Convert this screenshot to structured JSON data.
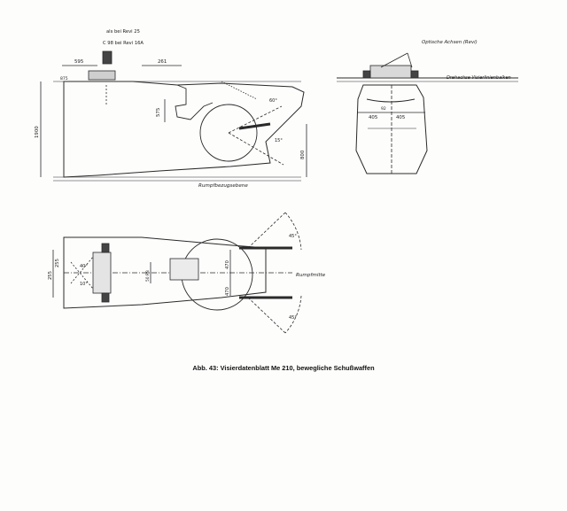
{
  "caption": "Abb. 43: Visierdatenblatt Me 210, bewegliche Schußwaffen",
  "side_view": {
    "callout_1": "als bei Revi 25",
    "callout_2": "C 98 bei Revi 16A",
    "dim_top_left": "595",
    "dim_top_mid": "261",
    "dim_small": "875",
    "dim_vertical_mid": "575",
    "dim_height_left": "1900",
    "dim_height_right": "800",
    "angle_upper": "60°",
    "angle_lower": "15°",
    "baseline": "Rumpfbezugsebene"
  },
  "front_view": {
    "label_optics": "Optische Achsen (Revi)",
    "label_axis": "Drehachse Visierlinienbalken",
    "dim_left": "405",
    "dim_right": "405",
    "dim_small": "92"
  },
  "top_view": {
    "dim_left_a": "255",
    "dim_left_b": "255",
    "dim_center": "50 R8",
    "dim_upper": "470",
    "dim_lower": "470",
    "angle_top": "45°",
    "angle_bottom": "45°",
    "angle_left": "40°",
    "angle_left2": "10°",
    "label_center": "Rumpfmitte"
  }
}
